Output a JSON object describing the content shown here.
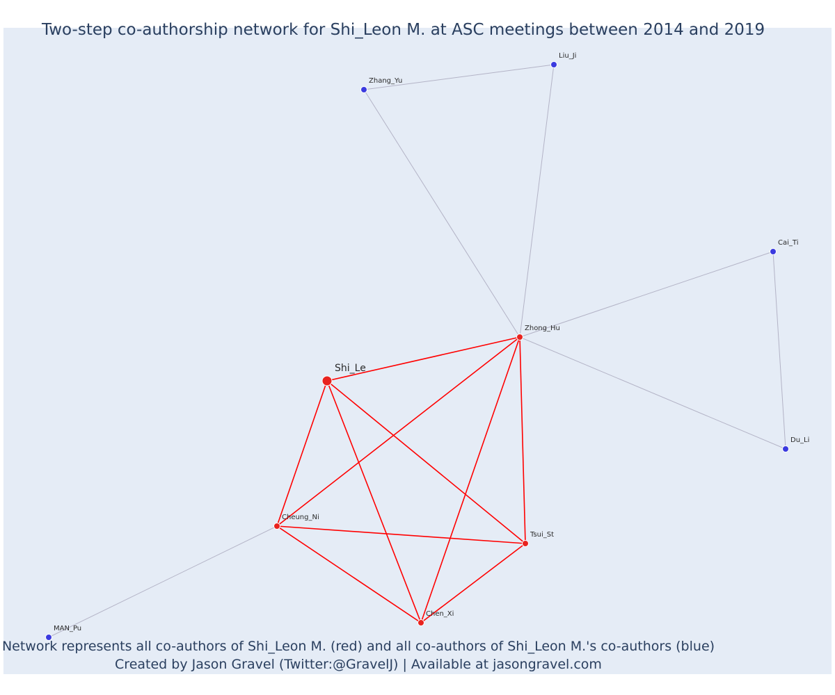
{
  "title": "Two-step co-authorship network for Shi_Leon M. at ASC meetings between 2014 and 2019",
  "caption_line1": "Network represents all co-authors of Shi_Leon M. (red) and all co-authors of Shi_Leon M.'s co-authors (blue)",
  "caption_line2": "Created by Jason Gravel (Twitter:@GravelJ) | Available at jasongravel.com",
  "colors": {
    "background": "#e5ecf6",
    "first_step": "#e8231f",
    "second_step": "#3a3adf",
    "edge_first_step": "#ff0000",
    "edge_second_step": "#b3b3c6"
  },
  "nodes": [
    {
      "id": "shi_le",
      "label": "Shi_Le",
      "group": "focal"
    },
    {
      "id": "zhong_hu",
      "label": "Zhong_Hu",
      "group": "first"
    },
    {
      "id": "cheung_ni",
      "label": "Cheung_Ni",
      "group": "first"
    },
    {
      "id": "tsui_st",
      "label": "Tsui_St",
      "group": "first"
    },
    {
      "id": "chen_xi",
      "label": "Chen_Xi",
      "group": "first"
    },
    {
      "id": "zhang_yu",
      "label": "Zhang_Yu",
      "group": "second"
    },
    {
      "id": "liu_ji",
      "label": "Liu_Ji",
      "group": "second"
    },
    {
      "id": "cai_ti",
      "label": "Cai_Ti",
      "group": "second"
    },
    {
      "id": "du_li",
      "label": "Du_Li",
      "group": "second"
    },
    {
      "id": "man_pu",
      "label": "MAN_Pu",
      "group": "second"
    }
  ],
  "edges": [
    {
      "source": "shi_le",
      "target": "zhong_hu",
      "type": "first"
    },
    {
      "source": "shi_le",
      "target": "cheung_ni",
      "type": "first"
    },
    {
      "source": "shi_le",
      "target": "tsui_st",
      "type": "first"
    },
    {
      "source": "shi_le",
      "target": "chen_xi",
      "type": "first"
    },
    {
      "source": "zhong_hu",
      "target": "cheung_ni",
      "type": "first"
    },
    {
      "source": "zhong_hu",
      "target": "tsui_st",
      "type": "first"
    },
    {
      "source": "zhong_hu",
      "target": "chen_xi",
      "type": "first"
    },
    {
      "source": "cheung_ni",
      "target": "tsui_st",
      "type": "first"
    },
    {
      "source": "cheung_ni",
      "target": "chen_xi",
      "type": "first"
    },
    {
      "source": "tsui_st",
      "target": "chen_xi",
      "type": "first"
    },
    {
      "source": "zhong_hu",
      "target": "zhang_yu",
      "type": "second"
    },
    {
      "source": "zhong_hu",
      "target": "liu_ji",
      "type": "second"
    },
    {
      "source": "zhang_yu",
      "target": "liu_ji",
      "type": "second"
    },
    {
      "source": "zhong_hu",
      "target": "cai_ti",
      "type": "second"
    },
    {
      "source": "zhong_hu",
      "target": "du_li",
      "type": "second"
    },
    {
      "source": "cai_ti",
      "target": "du_li",
      "type": "second"
    },
    {
      "source": "cheung_ni",
      "target": "man_pu",
      "type": "second"
    }
  ]
}
